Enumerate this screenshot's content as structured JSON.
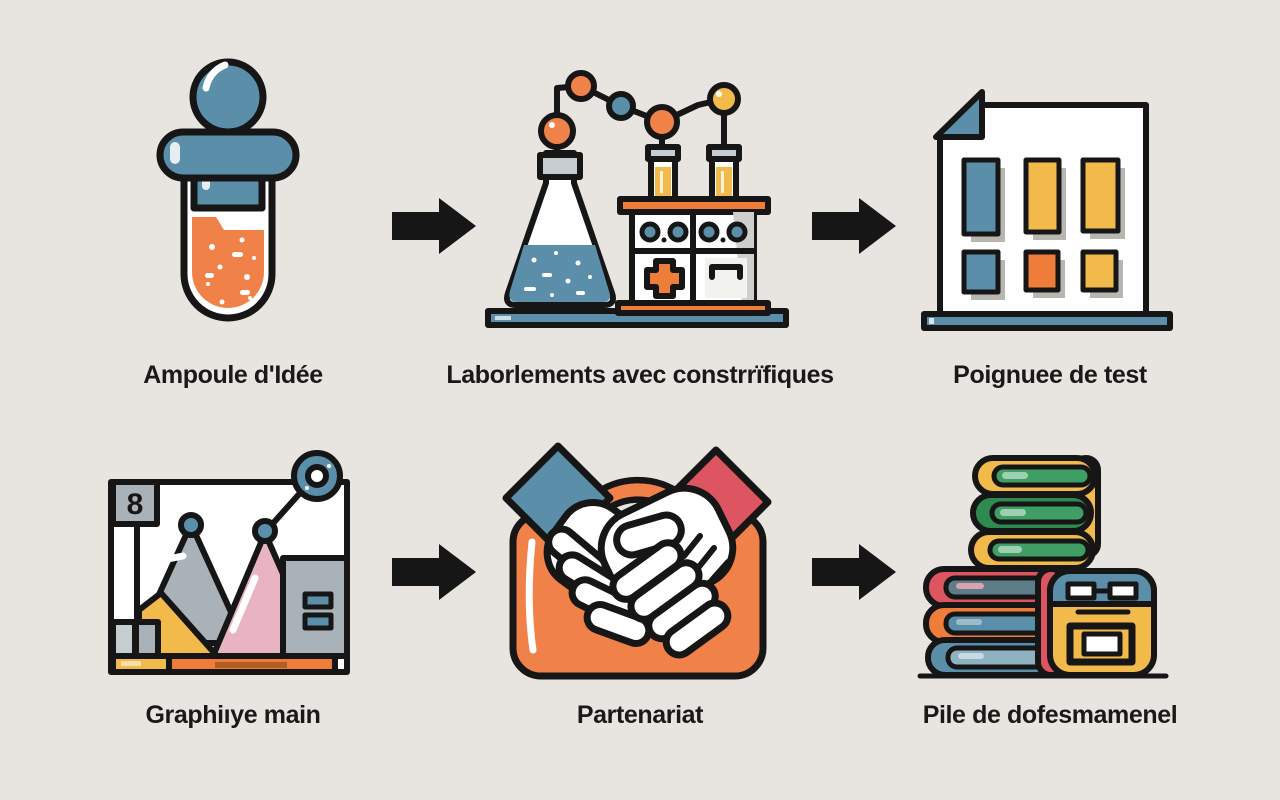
{
  "background": "#e8e5e0",
  "colors": {
    "bg": "#e8e5e0",
    "ink": "#161616",
    "label": "#191919",
    "blue": "#5b8fa9",
    "blue_light": "#8fb2c2",
    "orange": "#f08148",
    "orange_deep": "#ee7d3a",
    "yellow": "#f2b94b",
    "red": "#dd5560",
    "pink": "#e8b4c2",
    "green": "#3f9e63",
    "green_dark": "#2e8a50",
    "teal": "#5d7d88",
    "gray": "#a9b2b8",
    "gray_light": "#c6cdd1"
  },
  "steps": [
    {
      "id": "idea-ampoule",
      "icon": "test-tube-icon",
      "label": "Ampoule d'Idée"
    },
    {
      "id": "laboratory",
      "icon": "lab-equipment-icon",
      "label": "Laborlements avec constrrïfiques"
    },
    {
      "id": "test-report",
      "icon": "test-results-document-icon",
      "label": "Poignuee de test"
    },
    {
      "id": "chart",
      "icon": "mountain-chart-icon",
      "label": "Graphiıye main"
    },
    {
      "id": "partnership",
      "icon": "handshake-icon",
      "label": "Partenariat"
    },
    {
      "id": "document-pile",
      "icon": "document-stack-icon",
      "label": "Pile de dofesmamenel"
    }
  ],
  "chart_badge": "8",
  "arrow": {
    "direction": "right",
    "count": 4,
    "color": "#161616"
  }
}
